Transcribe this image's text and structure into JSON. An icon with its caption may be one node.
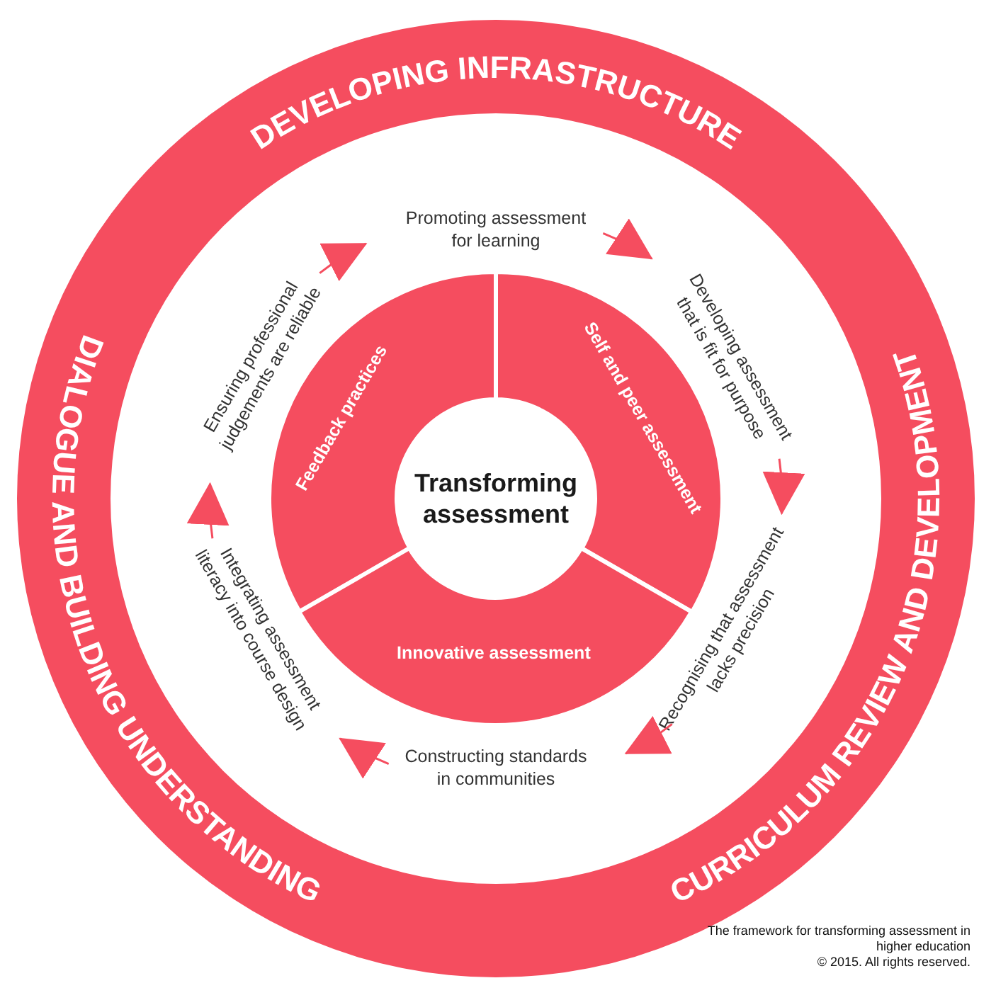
{
  "diagram": {
    "caption": "The framework for transforming assessment in higher education",
    "nodes": [
      {
        "text": [
          "DEVELOPING INFRASTRUCTURE",
          "DIALOGUE AND BUILDING UNDERSTANDING",
          "CURRICULUM REVIEW AND DEVELOPMENT"
        ]
      },
      {
        "text": [
          "Promoting assessment for learning"
        ],
        "in": 0
      },
      {
        "text": [
          "Developing assessment that is fit for purpose"
        ],
        "in": 0
      },
      {
        "text": [
          "Recognising that assessment lacks precision"
        ],
        "in": 0
      },
      {
        "text": [
          "Constructing standards in communities"
        ],
        "in": 0
      },
      {
        "text": [
          "Integrating assessment literacy into course design"
        ],
        "in": 0
      },
      {
        "text": [
          "Ensuring professional judgements are reliable"
        ],
        "in": 0
      },
      {
        "text": [
          "Feedback practices"
        ],
        "in": 0
      },
      {
        "text": [
          "Self and peer assessment"
        ],
        "in": 0
      },
      {
        "text": [
          "Innovative assessment"
        ],
        "in": 0
      },
      {
        "text": [
          "Transforming assessment"
        ],
        "in": 0
      }
    ],
    "edges": [
      {
        "from": 1,
        "to": 2,
        "arrow": "to"
      },
      {
        "from": 2,
        "to": 3,
        "arrow": "to"
      },
      {
        "from": 3,
        "to": 4,
        "arrow": "to"
      },
      {
        "from": 4,
        "to": 5,
        "arrow": "to"
      },
      {
        "from": 5,
        "to": 6,
        "arrow": "to"
      },
      {
        "from": 6,
        "to": 1,
        "arrow": "to"
      }
    ],
    "labels": [
      "© 2015. All rights reserved."
    ]
  }
}
